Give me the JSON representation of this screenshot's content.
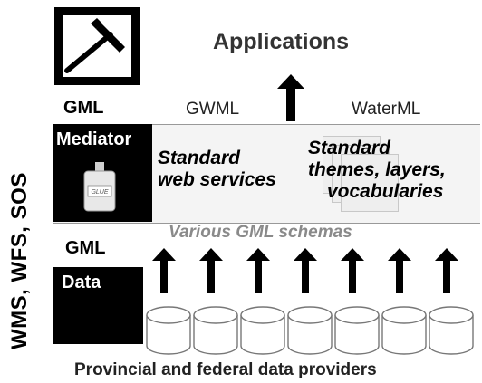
{
  "side_label": "WMS, WFS, SOS",
  "top": {
    "title": "Applications",
    "left_label": "GML",
    "protocols": [
      "GWML",
      "WaterML"
    ]
  },
  "mediator": {
    "label": "Mediator",
    "glue_label": "GLUE",
    "services": [
      "Standard",
      "web services"
    ],
    "themes": [
      "Standard",
      "themes, layers,",
      "vocabularies"
    ]
  },
  "schemas": "Various GML schemas",
  "bottom": {
    "gml_label": "GML",
    "data_label": "Data"
  },
  "footer": "Provincial and federal data providers",
  "icons": {
    "application": "hammer-icon",
    "mediator": "glue-bottle-icon",
    "data": "database-cylinder-icon"
  }
}
